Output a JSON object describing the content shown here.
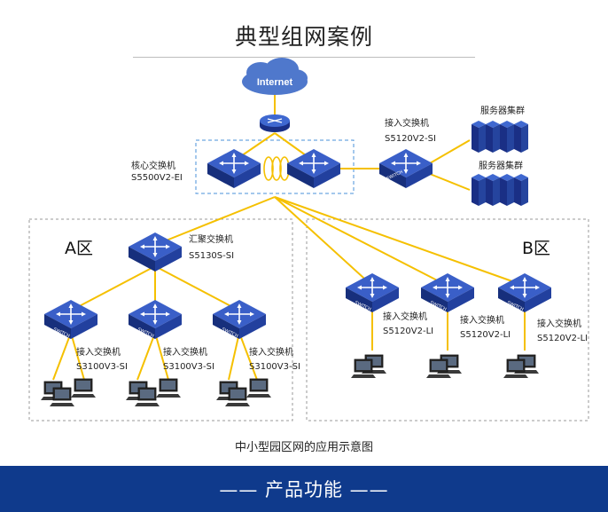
{
  "title": "典型组网案例",
  "internet_label": "Internet",
  "zones": {
    "a": "A区",
    "b": "B区"
  },
  "devices": {
    "core": {
      "role": "核心交换机",
      "model": "S5500V2-EI"
    },
    "aggregation": {
      "role": "汇聚交换机",
      "model": "S5130S-SI"
    },
    "access_server": {
      "role": "接入交换机",
      "model": "S5120V2-SI"
    },
    "server_cluster_1": "服务器集群",
    "server_cluster_2": "服务器集群",
    "a_access": [
      {
        "role": "接入交换机",
        "model": "S3100V3-SI"
      },
      {
        "role": "接入交换机",
        "model": "S3100V3-SI"
      },
      {
        "role": "接入交换机",
        "model": "S3100V3-SI"
      }
    ],
    "b_access": [
      {
        "role": "接入交换机",
        "model": "S5120V2-LI"
      },
      {
        "role": "接入交换机",
        "model": "S5120V2-LI"
      },
      {
        "role": "接入交换机",
        "model": "S5120V2-LI"
      }
    ]
  },
  "switch_text": "SWITCH",
  "caption": "中小型园区网的应用示意图",
  "banner": "—— 产品功能 ——",
  "colors": {
    "link": "#f5c000",
    "switch": "#1f3c9c",
    "banner": "#0f3a8c",
    "zone_border": "#9a9a9a",
    "core_border": "#4a90d9"
  }
}
